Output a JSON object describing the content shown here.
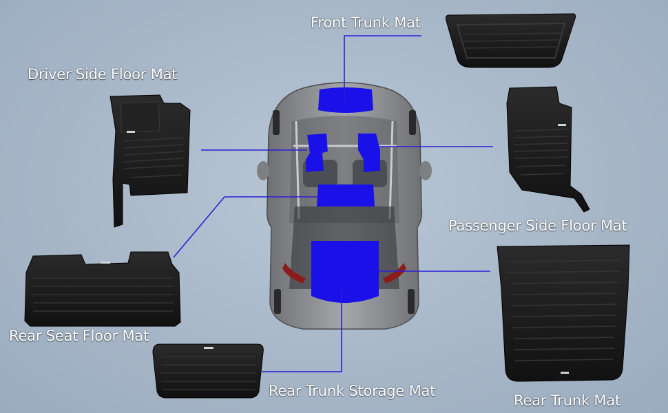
{
  "labels": {
    "front_trunk": "Front Trunk Mat",
    "driver_side": "Driver Side Floor Mat",
    "passenger_side": "Passenger Side Floor Mat",
    "rear_seat": "Rear Seat Floor Mat",
    "rear_trunk_storage": "Rear Trunk Storage Mat",
    "rear_trunk": "Rear Trunk Mat"
  },
  "colors": {
    "background": "#a9b9ca",
    "highlight": "#1a10e8",
    "leader_line": "#2a1ed6",
    "mat": "#1b1b1b",
    "car_body": "#8d8f93"
  }
}
